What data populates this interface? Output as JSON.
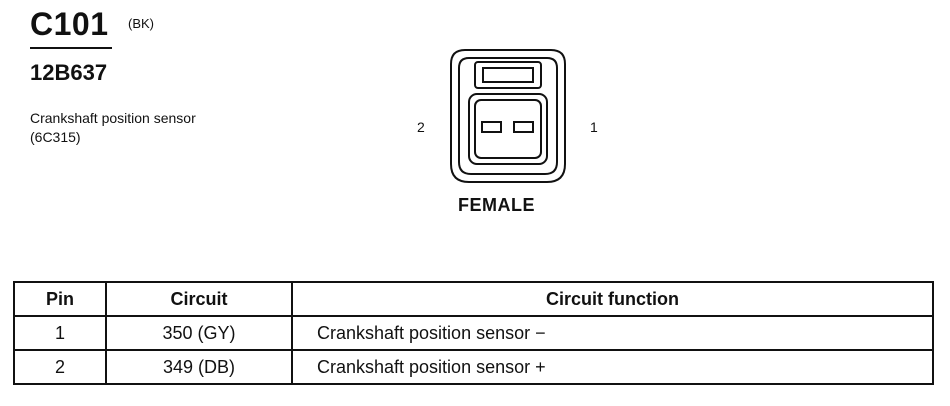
{
  "header": {
    "connector_id": "C101",
    "color_code": "(BK)",
    "part_number": "12B637",
    "description": "Crankshaft position sensor (6C315)"
  },
  "connector": {
    "gender": "FEMALE",
    "pin_left_label": "2",
    "pin_right_label": "1"
  },
  "table": {
    "headers": [
      "Pin",
      "Circuit",
      "Circuit function"
    ],
    "rows": [
      {
        "pin": "1",
        "circuit": "350 (GY)",
        "function": "Crankshaft position sensor  −"
      },
      {
        "pin": "2",
        "circuit": "349 (DB)",
        "function": "Crankshaft position sensor  +"
      }
    ]
  }
}
